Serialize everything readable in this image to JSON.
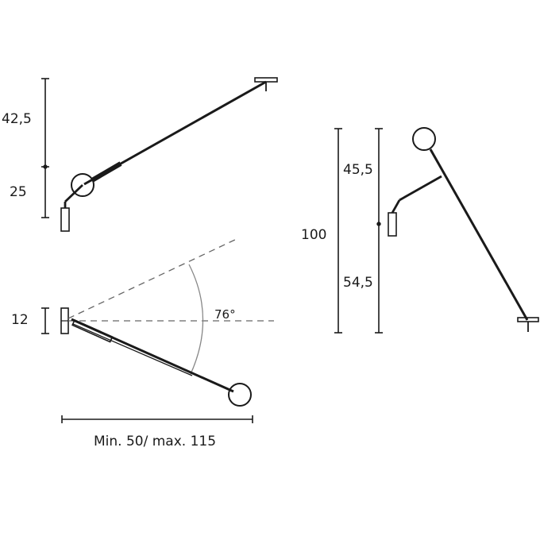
{
  "side_view_top": {
    "dim_upper": "42,5",
    "dim_lower": "25"
  },
  "plan_view": {
    "dim_depth": "12",
    "angle": "76°",
    "width_range": "Min. 50/ max. 115"
  },
  "front_view": {
    "dim_total": "100",
    "dim_upper": "45,5",
    "dim_lower": "54,5"
  },
  "colors": {
    "line": "#1a1a1a",
    "dash": "#666666",
    "arc": "#888888"
  }
}
